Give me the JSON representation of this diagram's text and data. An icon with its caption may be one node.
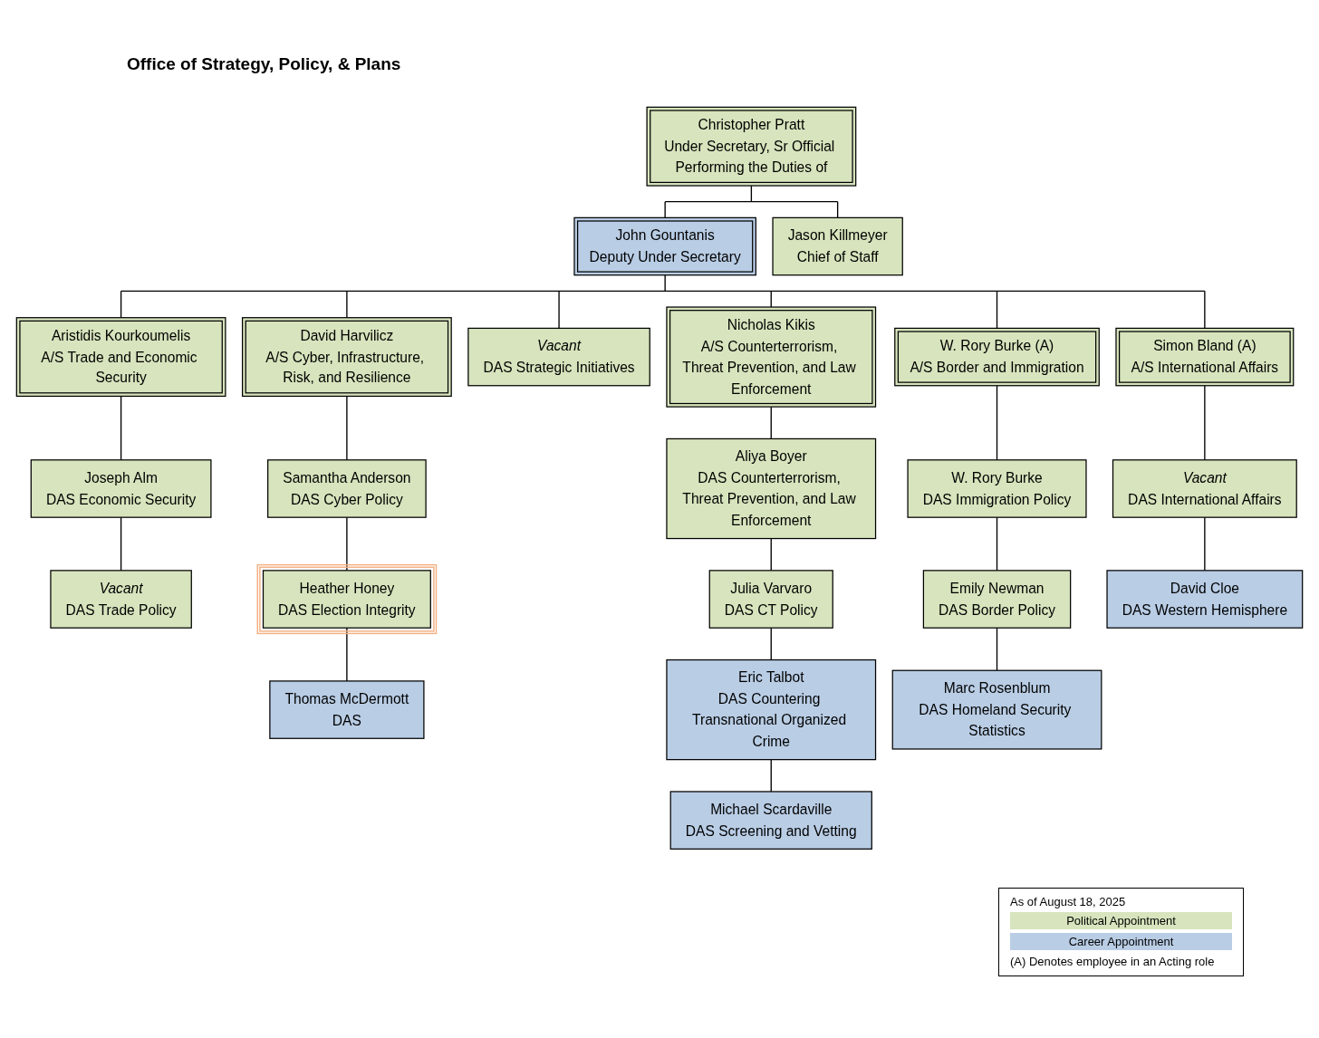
{
  "diagram": {
    "title": "Office of Strategy, Policy, & Plans",
    "nodes": [
      {
        "text": [
          "Christopher Pratt",
          "Under Secretary, Sr Official Performing the Duties of"
        ]
      },
      {
        "text": [
          "Jason Killmeyer",
          "Chief of Staff"
        ]
      },
      {
        "text": [
          "John Gountanis",
          "Deputy Under Secretary"
        ]
      },
      {
        "text": [
          "Aristidis Kourkoumelis",
          "A/S Trade and Economic Security"
        ]
      },
      {
        "text": [
          "Joseph Alm",
          "DAS Economic Security"
        ]
      },
      {
        "text": [
          "Vacant",
          "DAS Trade Policy"
        ]
      },
      {
        "text": [
          "David Harvilicz",
          "A/S Cyber, Infrastructure, Risk, and Resilience"
        ]
      },
      {
        "text": [
          "Samantha Anderson",
          "DAS Cyber Policy"
        ]
      },
      {
        "text": [
          "Heather Honey",
          "DAS Election Integrity"
        ]
      },
      {
        "text": [
          "Thomas McDermott",
          "DAS"
        ]
      },
      {
        "text": [
          "Vacant",
          "DAS Strategic Initiatives"
        ]
      },
      {
        "text": [
          "Nicholas Kikis",
          "A/S Counterterrorism, Threat Prevention, and Law Enforcement"
        ]
      },
      {
        "text": [
          "Aliya Boyer",
          "DAS Counterterrorism, Threat Prevention, and Law Enforcement"
        ]
      },
      {
        "text": [
          "Julia Varvaro",
          "DAS CT Policy"
        ]
      },
      {
        "text": [
          "Eric Talbot",
          "DAS Countering Transnational Organized Crime"
        ]
      },
      {
        "text": [
          "Michael Scardaville",
          "DAS Screening and Vetting"
        ]
      },
      {
        "text": [
          "W. Rory Burke (A)",
          "A/S Border and Immigration"
        ]
      },
      {
        "text": [
          "W. Rory Burke",
          "DAS Immigration Policy"
        ]
      },
      {
        "text": [
          "Emily Newman",
          "DAS Border Policy"
        ]
      },
      {
        "text": [
          "Marc Rosenblum",
          "DAS Homeland Security Statistics"
        ]
      },
      {
        "text": [
          "Simon Bland (A)",
          "A/S International Affairs"
        ]
      },
      {
        "text": [
          "Vacant",
          "DAS International Affairs"
        ]
      },
      {
        "text": [
          "David Cloe",
          "DAS Western Hemisphere"
        ]
      }
    ],
    "edges": [
      {
        "from": 0,
        "to": 2,
        "arrow": "none"
      },
      {
        "from": 0,
        "to": 1,
        "arrow": "none"
      },
      {
        "from": 2,
        "to": 3,
        "arrow": "none"
      },
      {
        "from": 2,
        "to": 6,
        "arrow": "none"
      },
      {
        "from": 2,
        "to": 10,
        "arrow": "none"
      },
      {
        "from": 2,
        "to": 11,
        "arrow": "none"
      },
      {
        "from": 2,
        "to": 16,
        "arrow": "none"
      },
      {
        "from": 2,
        "to": 20,
        "arrow": "none"
      },
      {
        "from": 3,
        "to": 4,
        "arrow": "none"
      },
      {
        "from": 4,
        "to": 5,
        "arrow": "none"
      },
      {
        "from": 6,
        "to": 7,
        "arrow": "none"
      },
      {
        "from": 7,
        "to": 8,
        "arrow": "none"
      },
      {
        "from": 8,
        "to": 9,
        "arrow": "none"
      },
      {
        "from": 11,
        "to": 12,
        "arrow": "none"
      },
      {
        "from": 12,
        "to": 13,
        "arrow": "none"
      },
      {
        "from": 13,
        "to": 14,
        "arrow": "none"
      },
      {
        "from": 14,
        "to": 15,
        "arrow": "none"
      },
      {
        "from": 16,
        "to": 17,
        "arrow": "none"
      },
      {
        "from": 17,
        "to": 18,
        "arrow": "none"
      },
      {
        "from": 18,
        "to": 19,
        "arrow": "none"
      },
      {
        "from": 20,
        "to": 21,
        "arrow": "none"
      },
      {
        "from": 21,
        "to": 22,
        "arrow": "none"
      }
    ],
    "labels": [
      "As of August 18, 2025",
      "(A) Denotes employee in an Acting role"
    ],
    "legend": [
      {
        "text": "Political Appointment",
        "color": "#d7e4bd"
      },
      {
        "text": "Career Appointment",
        "color": "#b9cde5"
      }
    ]
  }
}
